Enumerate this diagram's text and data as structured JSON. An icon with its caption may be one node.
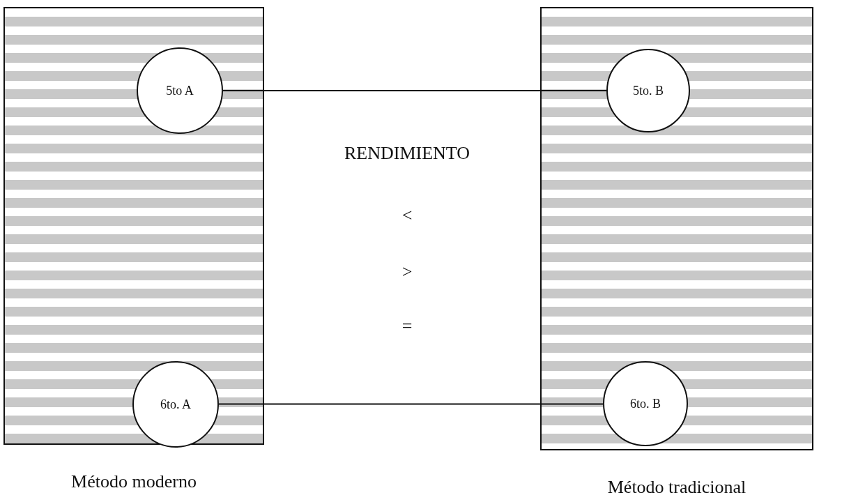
{
  "diagram": {
    "nodes": [
      {
        "text": [
          "Método moderno"
        ]
      },
      {
        "text": [
          "5to A"
        ],
        "in": 0
      },
      {
        "text": [
          "6to. A"
        ],
        "in": 0
      },
      {
        "text": [
          "Método tradicional"
        ]
      },
      {
        "text": [
          "5to. B"
        ],
        "in": 3
      },
      {
        "text": [
          "6to. B"
        ],
        "in": 3
      }
    ],
    "edges": [
      {
        "from": 1,
        "to": 4,
        "arrow": "none"
      },
      {
        "from": 2,
        "to": 5,
        "arrow": "none"
      }
    ],
    "labels": [
      "RENDIMIENTO",
      "<",
      ">",
      "="
    ]
  }
}
